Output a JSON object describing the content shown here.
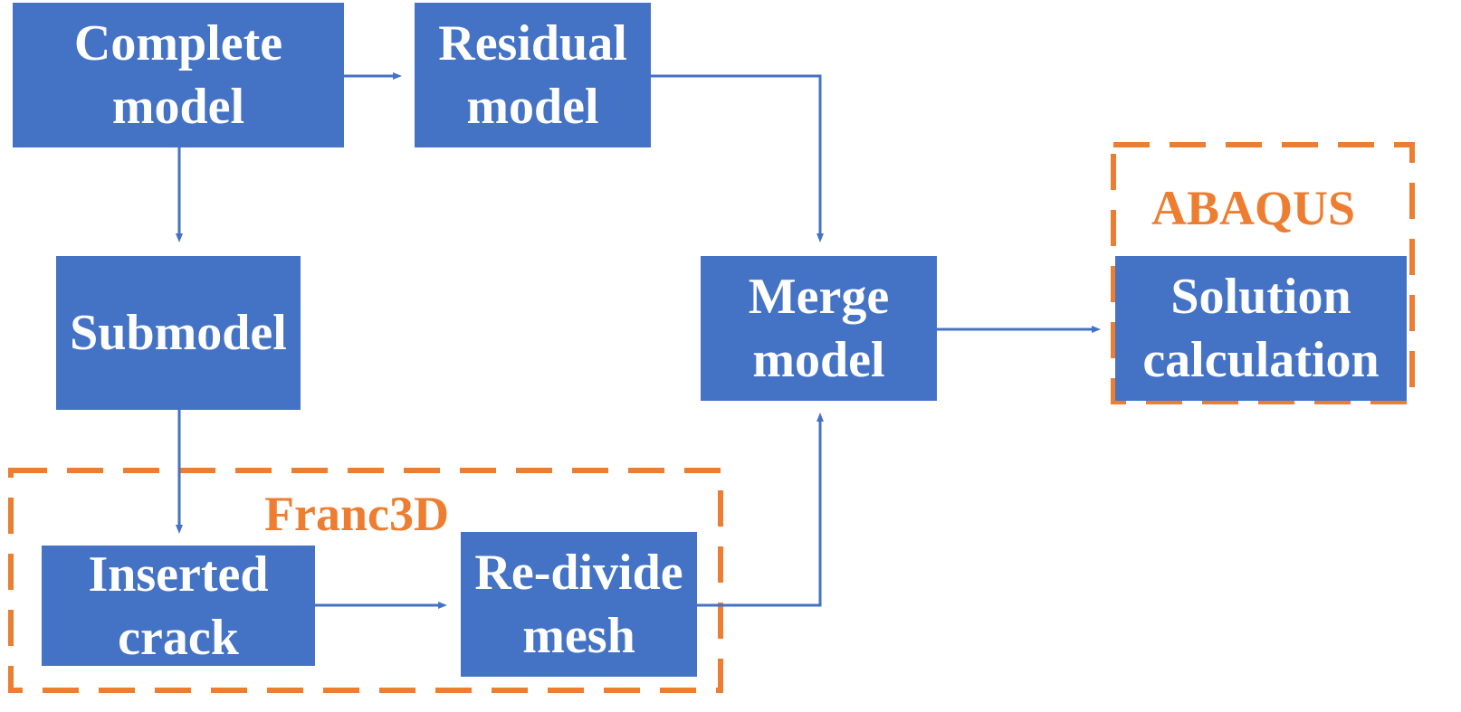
{
  "colors": {
    "box_fill": "#4472C4",
    "arrow": "#4472C4",
    "group_border": "#ED7D31",
    "group_label": "#ED7D31",
    "box_text": "#FFFFFF"
  },
  "nodes": {
    "complete_model": {
      "line1": "Complete",
      "line2": "model"
    },
    "residual_model": {
      "line1": "Residual",
      "line2": "model"
    },
    "submodel": {
      "line1": "Submodel"
    },
    "merge_model": {
      "line1": "Merge",
      "line2": "model"
    },
    "solution_calculation": {
      "line1": "Solution",
      "line2": "calculation"
    },
    "inserted_crack": {
      "line1": "Inserted",
      "line2": "crack"
    },
    "redivide_mesh": {
      "line1": "Re-divide",
      "line2": "mesh"
    }
  },
  "groups": {
    "franc3d": {
      "label": "Franc3D"
    },
    "abaqus": {
      "label": "ABAQUS"
    }
  },
  "edges": [
    {
      "from": "Complete model",
      "to": "Residual model"
    },
    {
      "from": "Complete model",
      "to": "Submodel"
    },
    {
      "from": "Residual model",
      "to": "Merge model"
    },
    {
      "from": "Submodel",
      "to": "Inserted crack"
    },
    {
      "from": "Inserted crack",
      "to": "Re-divide mesh"
    },
    {
      "from": "Re-divide mesh",
      "to": "Merge model"
    },
    {
      "from": "Merge model",
      "to": "Solution calculation"
    }
  ]
}
